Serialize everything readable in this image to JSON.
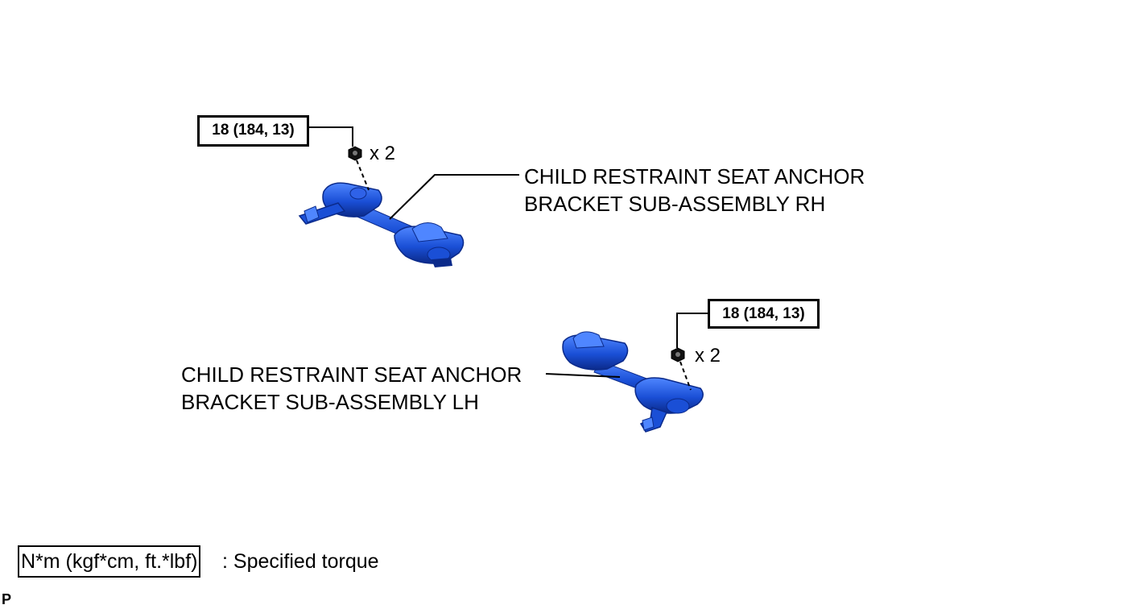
{
  "upper": {
    "torque": "18 (184, 13)",
    "qty": "x 2",
    "label_line1": "CHILD RESTRAINT SEAT ANCHOR",
    "label_line2": "BRACKET SUB-ASSEMBLY RH"
  },
  "lower": {
    "torque": "18 (184, 13)",
    "qty": "x 2",
    "label_line1": "CHILD RESTRAINT SEAT ANCHOR",
    "label_line2": "BRACKET SUB-ASSEMBLY LH"
  },
  "legend": {
    "unit": "N*m (kgf*cm, ft.*lbf)",
    "description": ": Specified torque"
  },
  "corner_mark": "P",
  "colors": {
    "part_blue": "#1a4fd6",
    "part_dark": "#0b2a8a",
    "part_light": "#4f86ff",
    "line": "#000000"
  }
}
